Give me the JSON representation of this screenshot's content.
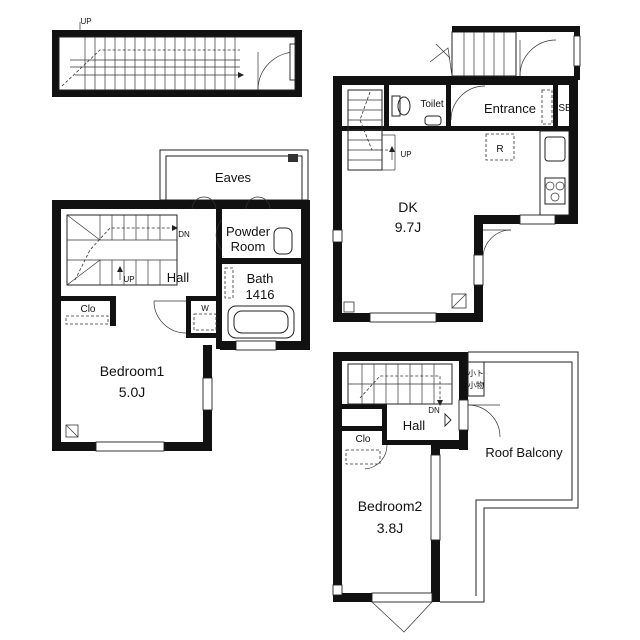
{
  "floor1": {
    "eaves": "Eaves",
    "powder_room_line1": "Powder",
    "powder_room_line2": "Room",
    "bath_line1": "Bath",
    "bath_line2": "1416",
    "hall": "Hall",
    "clo": "Clo",
    "w": "W",
    "bedroom_name": "Bedroom1",
    "bedroom_size": "5.0J",
    "stair_dn": "DN",
    "stair_up": "UP"
  },
  "floor2": {
    "toilet": "Toilet",
    "entrance": "Entrance",
    "sb": "SB",
    "r": "R",
    "stair_up": "UP",
    "dk_name": "DK",
    "dk_size": "9.7J"
  },
  "floor3": {
    "hall": "Hall",
    "clo": "Clo",
    "stair_dn": "DN",
    "roof_balcony": "Roof Balcony",
    "bedroom_name": "Bedroom2",
    "bedroom_size": "3.8J",
    "storage_line1": "小ト",
    "storage_line2": "小物"
  },
  "top_stair": {
    "up": "UP"
  }
}
